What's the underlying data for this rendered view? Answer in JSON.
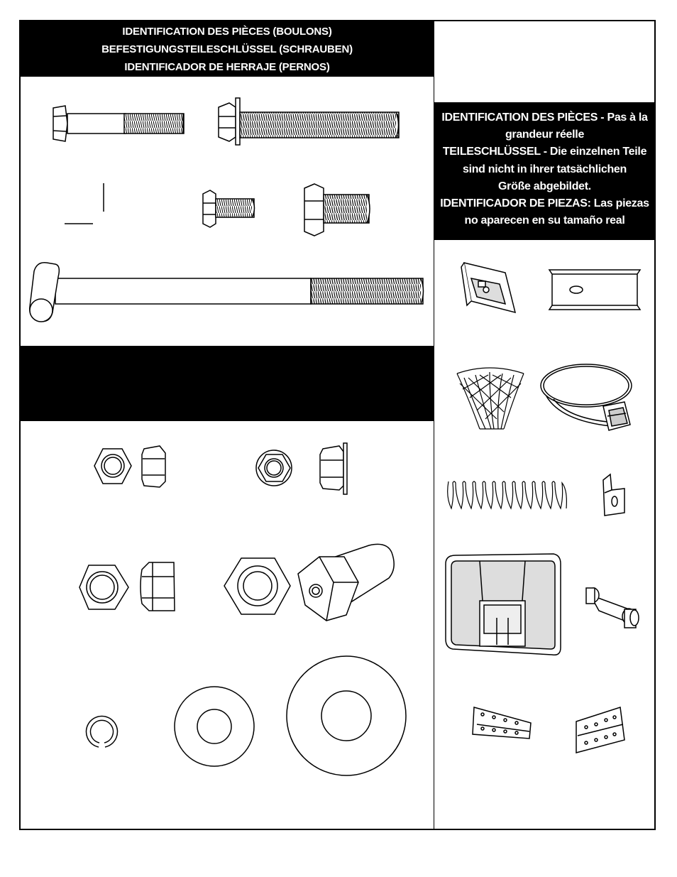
{
  "hardware_header": {
    "line1": "IDENTIFICATION DES PIÈCES (BOULONS)",
    "line2": "BEFESTIGUNGSTEILESCHLÜSSEL (SCHRAUBEN)",
    "line3": "IDENTIFICADOR DE HERRAJE (PERNOS)"
  },
  "parts_header": {
    "line1": "IDENTIFICATION DES PIÈCES - Pas à la",
    "line2": "grandeur réelle",
    "line3": "TEILESCHLÜSSEL - Die einzelnen Teile",
    "line4": "sind nicht in ihrer tatsächlichen",
    "line5": "Größe abgebildet.",
    "line6": "IDENTIFICADOR DE PIEZAS: Las piezas",
    "line7": "no aparecen en su tamaño real"
  },
  "illustrations": {
    "bolts": [
      "hex-bolt-long",
      "flange-bolt-long",
      "flange-bolt-short",
      "hex-bolt-short",
      "j-bolt"
    ],
    "nuts_washers": [
      "hex-nut",
      "flange-nut",
      "lock-nut",
      "hex-nut-large",
      "extension-nut",
      "retaining-ring",
      "washer-small",
      "washer-large"
    ],
    "parts": [
      "mounting-bracket",
      "c-channel",
      "net",
      "rim",
      "spring",
      "spring-hook",
      "backboard",
      "offset-arm",
      "hinge-plate-left",
      "hinge-plate-right"
    ]
  }
}
